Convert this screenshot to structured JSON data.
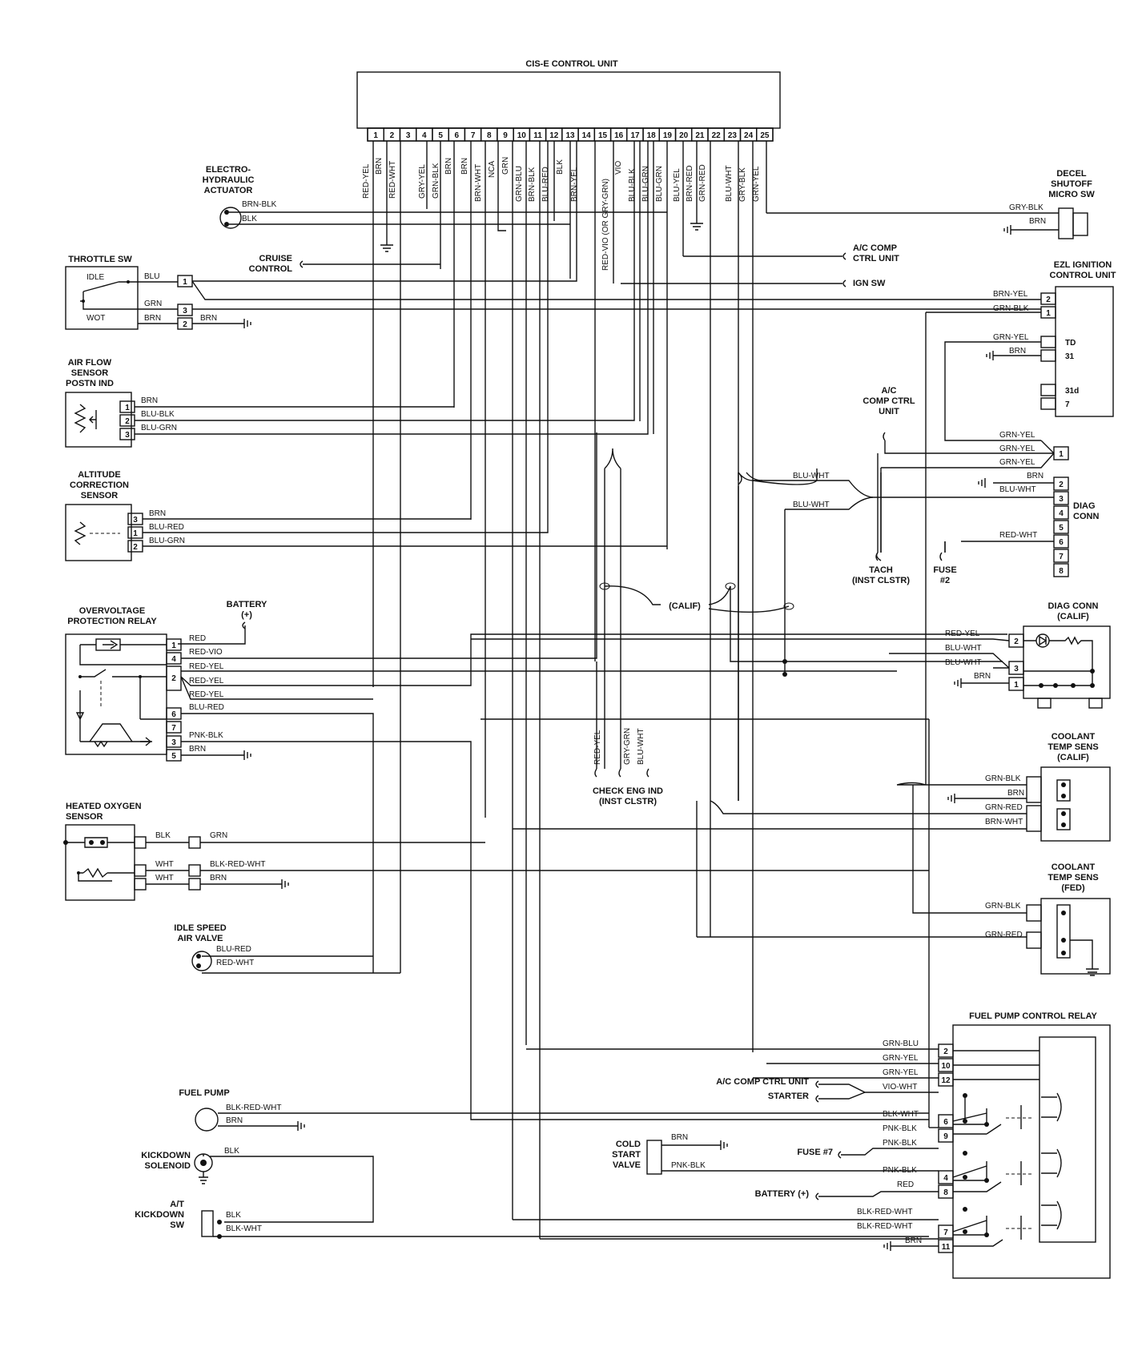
{
  "control_unit": {
    "title": "CIS-E CONTROL UNIT",
    "pins": [
      "1",
      "2",
      "3",
      "4",
      "5",
      "6",
      "7",
      "8",
      "9",
      "10",
      "11",
      "12",
      "13",
      "14",
      "15",
      "16",
      "17",
      "18",
      "19",
      "20",
      "21",
      "22",
      "23",
      "24",
      "25"
    ],
    "wire_labels": {
      "p1": "RED-YEL",
      "p2a": "BRN",
      "p2b": "RED-WHT",
      "p4": "GRY-YEL",
      "p5": "GRN-BLK",
      "p6": "BRN",
      "p7a": "BRN",
      "p7b": "BRN-WHT",
      "p7c": "NCA",
      "p8": "GRN",
      "p9": "GRN-BLU",
      "p10": "BRN-BLK",
      "p11": "BLU-RED",
      "p12": "BLK",
      "p13": "BRN-YEL",
      "p14": "RED-VIO (OR GRY-GRN)",
      "p15": "VIO",
      "p16": "BLU-BLK",
      "p17": "BLU-GRN",
      "p18": "BLU-GRN",
      "p19": "BLU-YEL",
      "p20a": "BRN-RED",
      "p20b": "GRN-RED",
      "p22": "BLU-WHT",
      "p23": "GRY-BLK",
      "p24": "GRN-YEL"
    }
  },
  "components": {
    "electro_hydraulic": {
      "title": [
        "ELECTRO-",
        "HYDRAULIC",
        "ACTUATOR"
      ],
      "wires": [
        "BRN-BLK",
        "BLK"
      ]
    },
    "throttle_sw": {
      "title": "THROTTLE SW",
      "idle": "IDLE",
      "wot": "WOT",
      "wires": [
        "BLU",
        "GRN",
        "BRN",
        "BRN"
      ],
      "pins": [
        "1",
        "3",
        "2"
      ]
    },
    "cruise_control": [
      "CRUISE",
      "CONTROL"
    ],
    "air_flow_sensor": {
      "title": [
        "AIR FLOW",
        "SENSOR",
        "POSTN IND"
      ],
      "wires": [
        "BRN",
        "BLU-BLK",
        "BLU-GRN"
      ],
      "pins": [
        "1",
        "2",
        "3"
      ]
    },
    "altitude_sensor": {
      "title": [
        "ALTITUDE",
        "CORRECTION",
        "SENSOR"
      ],
      "wires": [
        "BRN",
        "BLU-RED",
        "BLU-GRN"
      ],
      "pins": [
        "3",
        "1",
        "2"
      ]
    },
    "battery": [
      "BATTERY",
      "(+)"
    ],
    "overvoltage_relay": {
      "title": [
        "OVERVOLTAGE",
        "PROTECTION RELAY"
      ],
      "wires": [
        "RED",
        "RED-VIO",
        "RED-YEL",
        "RED-YEL",
        "RED-YEL",
        "BLU-RED",
        "PNK-BLK",
        "BRN"
      ],
      "pins": [
        "1",
        "4",
        "2",
        "6",
        "7",
        "3",
        "5"
      ]
    },
    "heated_oxygen": {
      "title": [
        "HEATED OXYGEN",
        "SENSOR"
      ],
      "wires": [
        "BLK",
        "GRN",
        "WHT",
        "BLK-RED-WHT",
        "WHT",
        "BRN"
      ]
    },
    "idle_speed": {
      "title": [
        "IDLE SPEED",
        "AIR VALVE"
      ],
      "wires": [
        "BLU-RED",
        "RED-WHT"
      ]
    },
    "fuel_pump": {
      "title": "FUEL PUMP",
      "wires": [
        "BLK-RED-WHT",
        "BRN"
      ]
    },
    "kickdown_solenoid": {
      "title": [
        "KICKDOWN",
        "SOLENOID"
      ],
      "wires": [
        "BLK"
      ]
    },
    "at_kickdown_sw": {
      "title": [
        "A/T",
        "KICKDOWN",
        "SW"
      ],
      "wires": [
        "BLK",
        "BLK-WHT"
      ]
    },
    "check_eng": {
      "title": [
        "CHECK ENG IND",
        "(INST CLSTR)"
      ],
      "wires": [
        "RED-YEL",
        "GRY-GRN",
        "BLU-WHT"
      ]
    },
    "calif": "(CALIF)",
    "decel_shutoff": {
      "title": [
        "DECEL",
        "SHUTOFF",
        "MICRO SW"
      ],
      "wires": [
        "GRY-BLK",
        "BRN"
      ]
    },
    "ac_comp_ctrl_unit_top": [
      "A/C COMP",
      "CTRL UNIT"
    ],
    "ign_sw": "IGN SW",
    "ezl_ignition": {
      "title": [
        "EZL IGNITION",
        "CONTROL UNIT"
      ],
      "wires": [
        "BRN-YEL",
        "GRN-BLK",
        "GRN-YEL",
        "BRN"
      ],
      "pins": [
        "2",
        "1",
        "TD",
        "31",
        "31d",
        "7"
      ]
    },
    "ac_comp_ctrl_mid": [
      "A/C",
      "COMP CTRL",
      "UNIT"
    ],
    "diag_conn": {
      "title": [
        "DIAG",
        "CONN"
      ],
      "wires": [
        "GRN-YEL",
        "GRN-YEL",
        "GRN-YEL",
        "BRN",
        "BLU-WHT",
        "RED-WHT"
      ],
      "pins": [
        "1",
        "2",
        "3",
        "4",
        "5",
        "6",
        "7",
        "8"
      ],
      "blu_wht": [
        "BLU-WHT",
        "BLU-WHT"
      ]
    },
    "tach": [
      "TACH",
      "(INST CLSTR)"
    ],
    "fuse2": [
      "FUSE",
      "#2"
    ],
    "diag_conn_calif": {
      "title": [
        "DIAG CONN",
        "(CALIF)"
      ],
      "wires": [
        "RED-YEL",
        "BLU-WHT",
        "BLU-WHT",
        "BRN"
      ],
      "pins": [
        "2",
        "3",
        "1"
      ]
    },
    "coolant_calif": {
      "title": [
        "COOLANT",
        "TEMP SENS",
        "(CALIF)"
      ],
      "wires": [
        "GRN-BLK",
        "BRN",
        "GRN-RED",
        "BRN-WHT"
      ]
    },
    "coolant_fed": {
      "title": [
        "COOLANT",
        "TEMP SENS",
        "(FED)"
      ],
      "wires": [
        "GRN-BLK",
        "GRN-RED"
      ]
    },
    "fuel_pump_relay": {
      "title": "FUEL PUMP CONTROL RELAY",
      "wires": [
        "GRN-BLU",
        "GRN-YEL",
        "GRN-YEL",
        "VIO-WHT",
        "BLK-WHT",
        "PNK-BLK",
        "PNK-BLK",
        "PNK-BLK",
        "RED",
        "BLK-RED-WHT",
        "BLK-RED-WHT",
        "BRN"
      ],
      "pins": [
        "2",
        "10",
        "12",
        "6",
        "9",
        "4",
        "8",
        "7",
        "11"
      ],
      "inputs": [
        "A/C COMP CTRL UNIT",
        "STARTER",
        "FUSE #7",
        "BATTERY (+)"
      ]
    },
    "cold_start": {
      "title": [
        "COLD",
        "START",
        "VALVE"
      ],
      "wires": [
        "BRN",
        "PNK-BLK"
      ]
    }
  }
}
